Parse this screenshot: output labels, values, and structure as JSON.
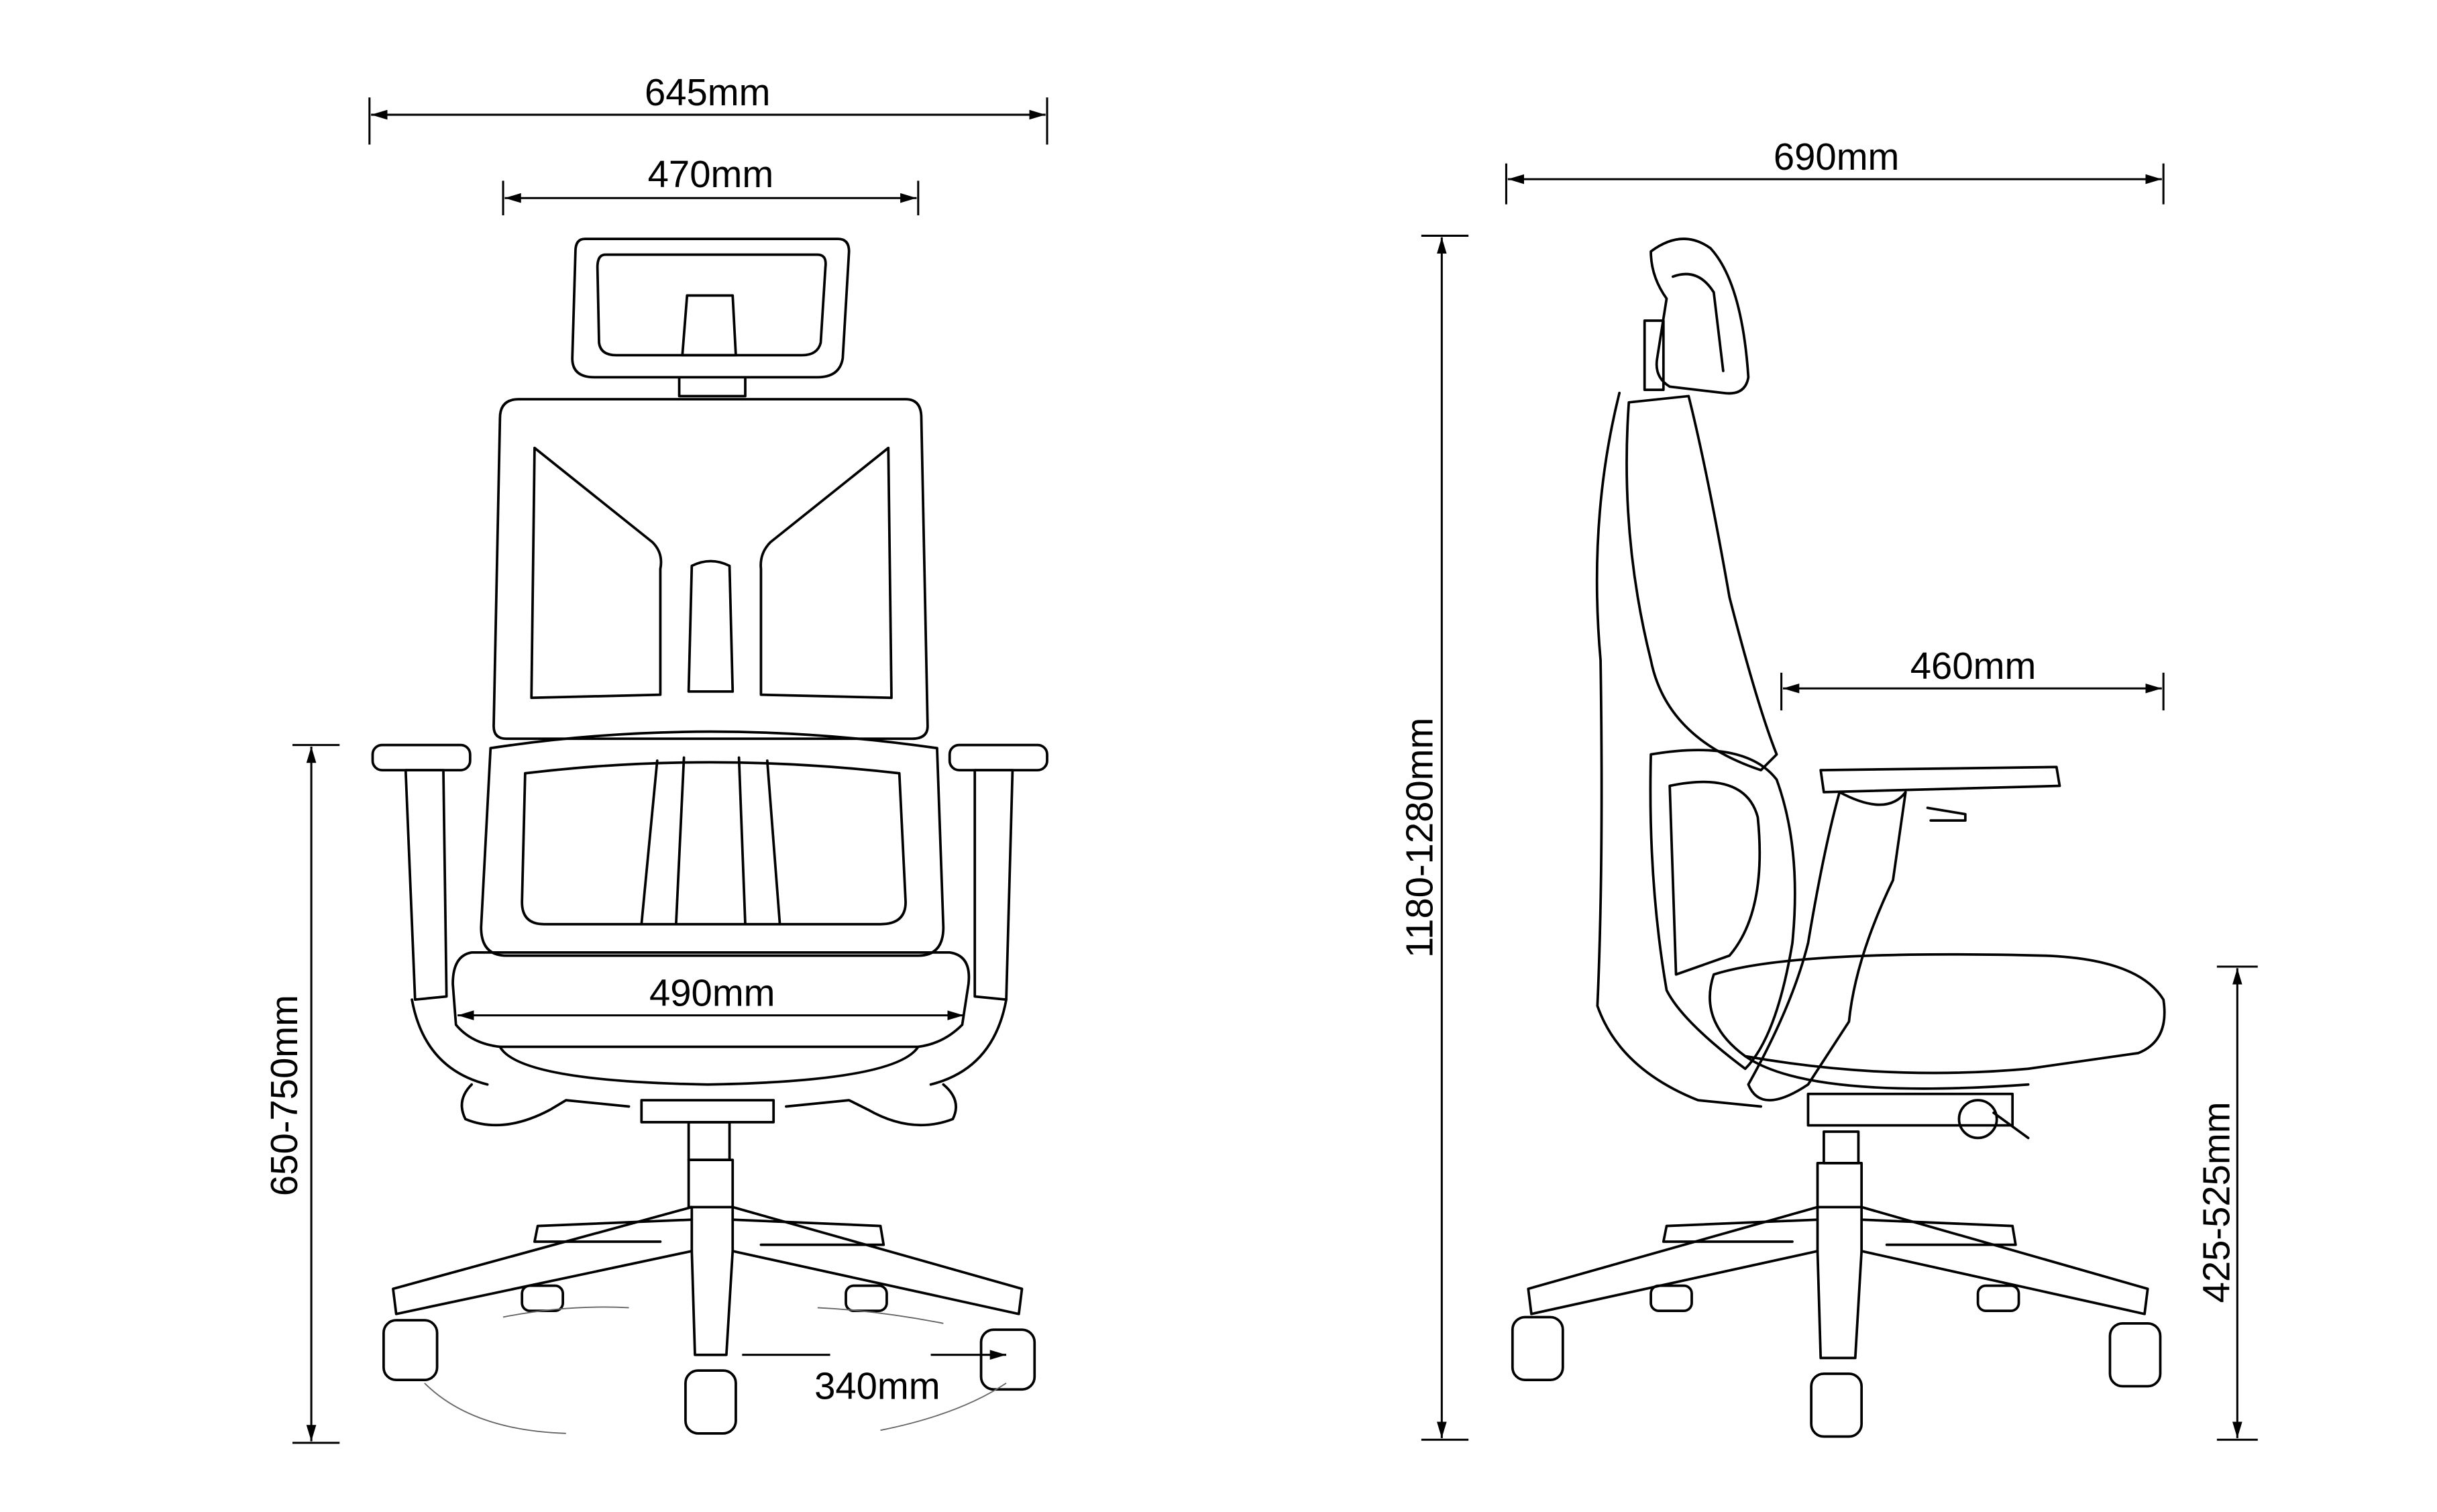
{
  "front_view": {
    "overall_width": "645mm",
    "backrest_width": "470mm",
    "seat_width": "490mm",
    "armrest_height": "650-750mm",
    "wheel_spacing": "340mm"
  },
  "side_view": {
    "overall_depth": "690mm",
    "seat_depth": "460mm",
    "overall_height": "1180-1280mm",
    "seat_height": "425-525mm"
  }
}
